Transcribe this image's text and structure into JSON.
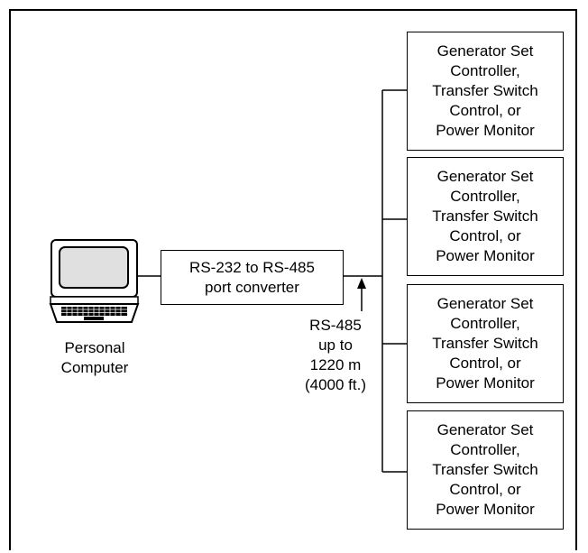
{
  "computer": {
    "label_lines": [
      "Personal",
      "Computer"
    ]
  },
  "converter": {
    "label_lines": [
      "RS-232 to RS-485",
      "port converter"
    ]
  },
  "bus": {
    "label_lines": [
      "RS-485",
      "up to",
      "1220 m",
      "(4000 ft.)"
    ]
  },
  "devices": [
    {
      "label_lines": [
        "Generator Set",
        "Controller,",
        "Transfer Switch",
        "Control, or",
        "Power Monitor"
      ]
    },
    {
      "label_lines": [
        "Generator Set",
        "Controller,",
        "Transfer Switch",
        "Control, or",
        "Power Monitor"
      ]
    },
    {
      "label_lines": [
        "Generator Set",
        "Controller,",
        "Transfer Switch",
        "Control, or",
        "Power Monitor"
      ]
    },
    {
      "label_lines": [
        "Generator Set",
        "Controller,",
        "Transfer Switch",
        "Control, or",
        "Power Monitor"
      ]
    }
  ]
}
